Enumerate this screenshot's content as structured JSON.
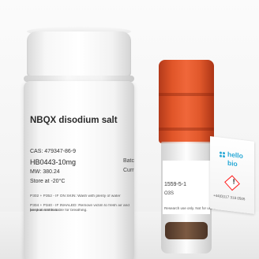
{
  "jar_label": {
    "product_name": "NBQX disodium salt",
    "cas": "CAS: 479347-86-9",
    "catalog_code": "HB0443-10mg",
    "mw": "MW: 380.24",
    "storage": "Store at -20°C",
    "side_top": "Batc",
    "side_bottom": "Curr",
    "hazard_line_1": "P302 + P352 - IF ON SKIN: Wash with plenty of water",
    "hazard_line_2": "P304 + P340 - IF INHALED: Remove victim to fresh air and keep at rest in a",
    "hazard_line_3": "position comfortable for breathing."
  },
  "vial_label": {
    "cas_partial": "1559-5-1",
    "code_partial": "O3S",
    "research_partial": "Research use only. Not for use in humans."
  },
  "flag_label": {
    "brand_top": "hello",
    "brand_bottom": "bio",
    "phone_partial": "+44(0)117 318 0505",
    "hazard_icon": "exclamation-hazard-icon",
    "hazard_symbol": "!"
  },
  "colors": {
    "vial_cap": "#e05528",
    "brand": "#2aa9d6",
    "hazard_border": "#ff2020"
  }
}
